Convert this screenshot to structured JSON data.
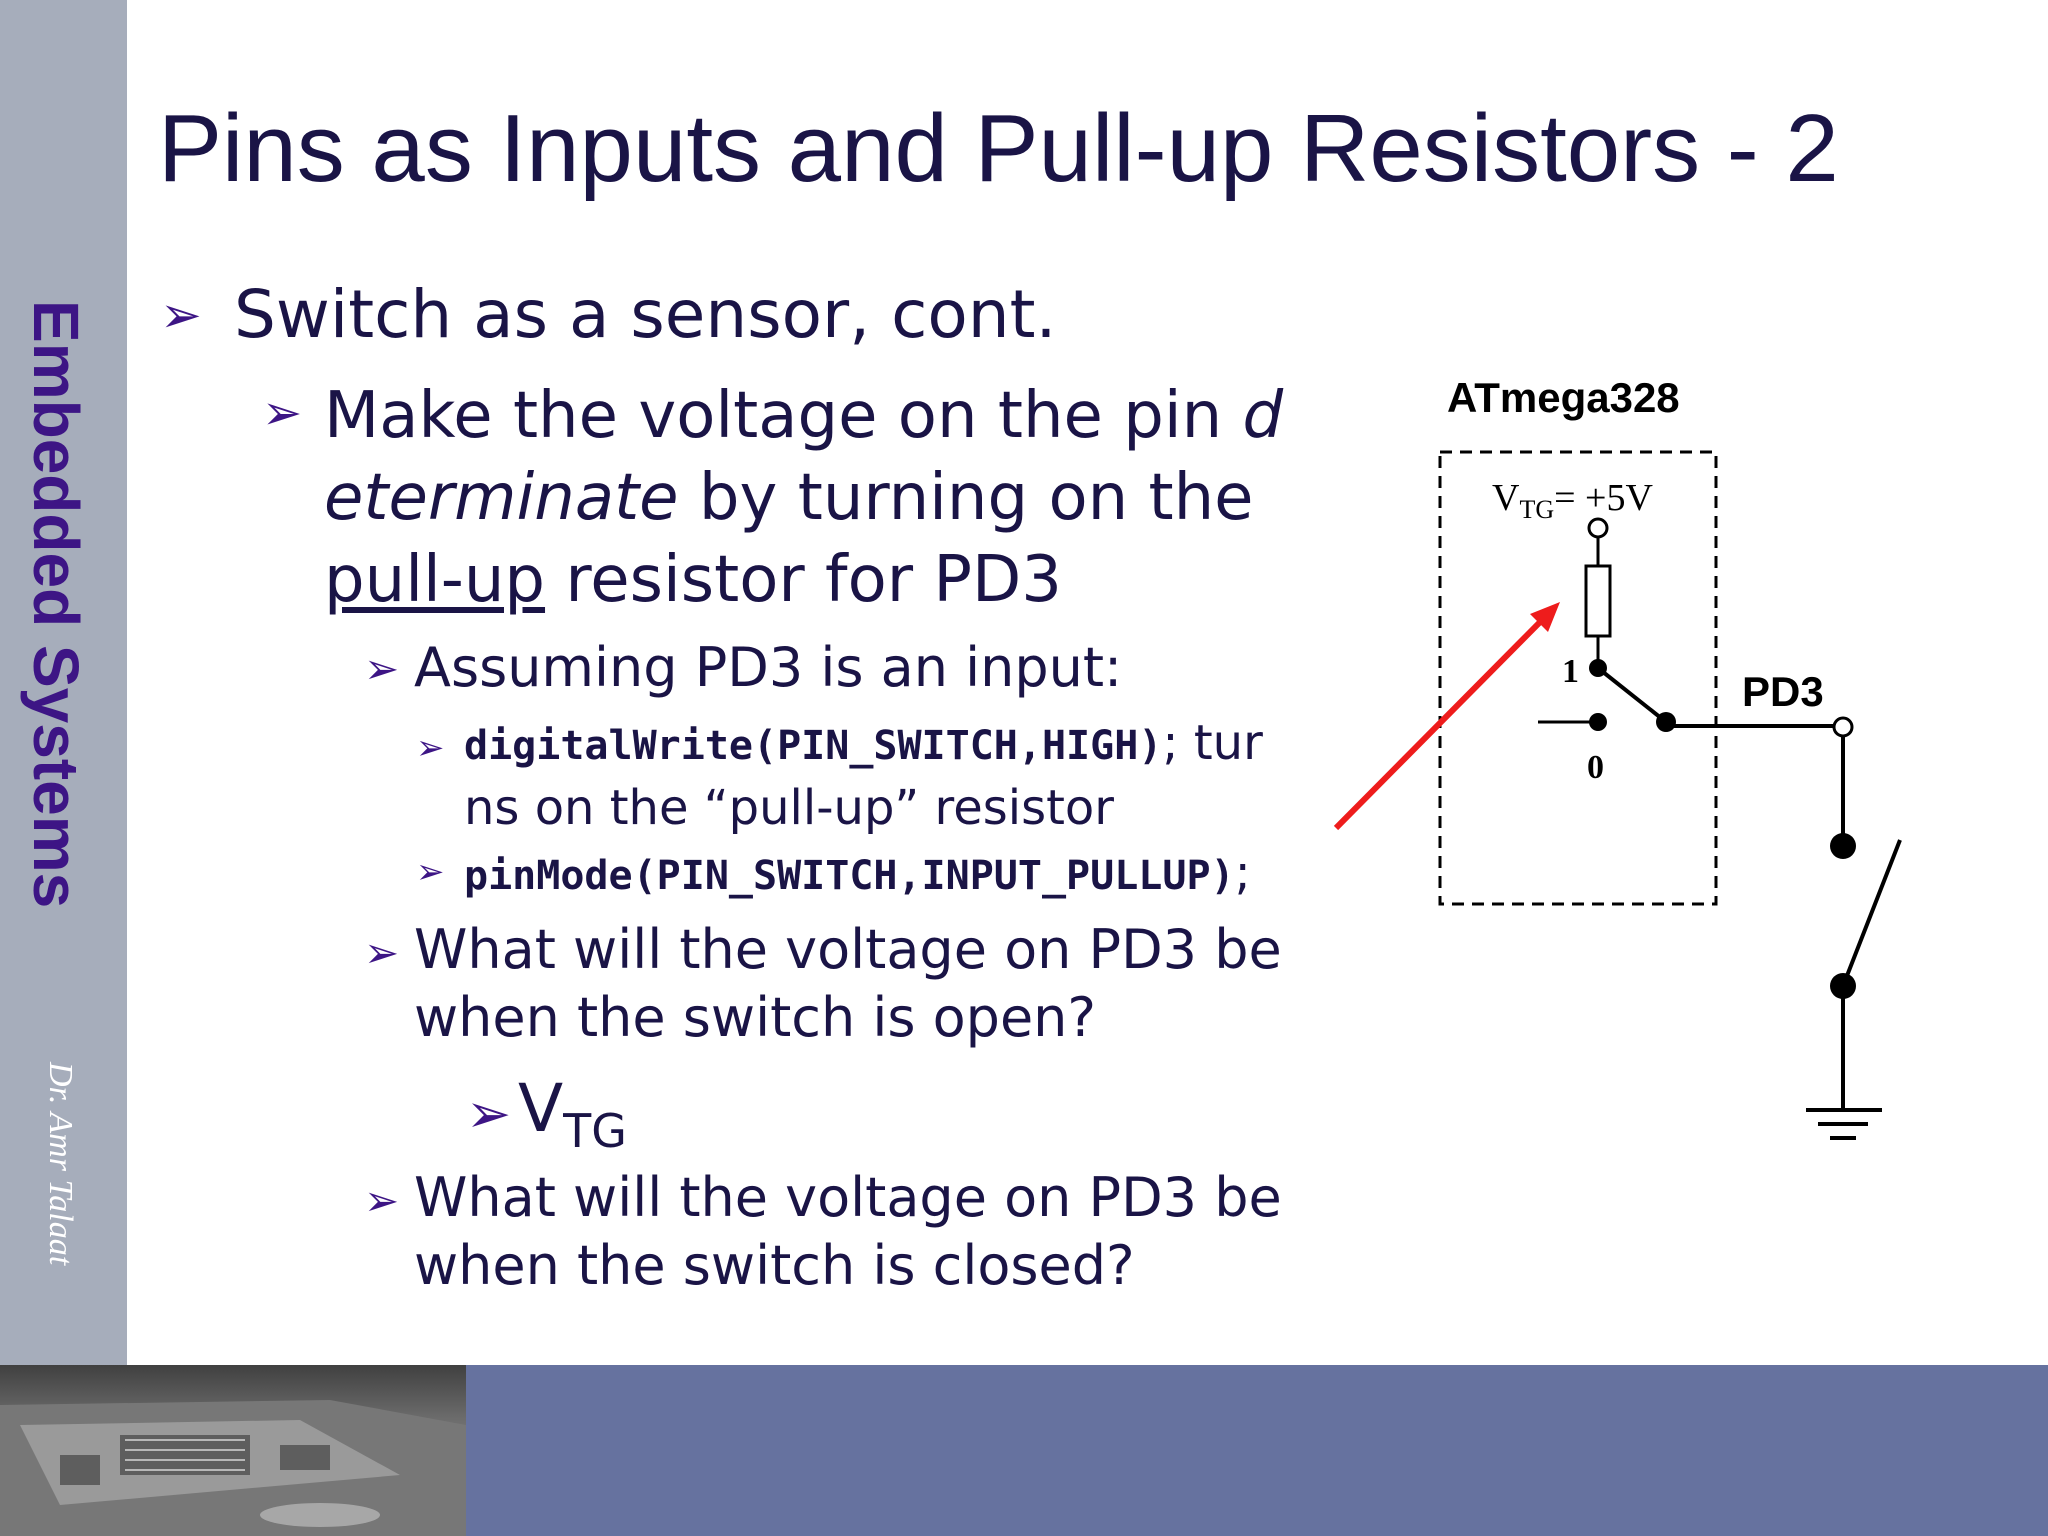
{
  "sidebar": {
    "course_title": "Embedded Systems",
    "author": "Dr. Amr Talaat"
  },
  "slide": {
    "title": "Pins as Inputs and Pull-up Resistors - 2",
    "bullet_glyph": "➢",
    "b1": "Switch as a sensor, cont.",
    "b2": {
      "part1": "Make the voltage on the pin ",
      "italic1": "d",
      "italic2": "eterminate",
      "part2": " by turning on the",
      "underline": "pull-up",
      "part3": " resistor for PD3"
    },
    "b3": "Assuming PD3 is an input:",
    "b4a": {
      "code": "digitalWrite(PIN_SWITCH,HIGH)",
      "rest1": "; tur",
      "rest2": "ns on the “pull-up” resistor"
    },
    "b4b": {
      "code": "pinMode(PIN_SWITCH,INPUT_PULLUP)",
      "rest": ";"
    },
    "q1_line1": "What will the voltage on PD3 be",
    "q1_line2": "when the switch is open?",
    "answer": {
      "main": "V",
      "sub": "TG"
    },
    "q2_line1": "What will the voltage on PD3 be",
    "q2_line2": "when the switch is closed?"
  },
  "diagram": {
    "chip_label": "ATmega328",
    "vtg_main": "V",
    "vtg_sub": "TG",
    "vtg_value": "= +5V",
    "pos1": "1",
    "pos0": "0",
    "pin_label": "PD3",
    "arrow_color": "#ee1c1c"
  },
  "colors": {
    "title": "#1a1446",
    "accent": "#3d1585",
    "sidebar": "#a6adbb",
    "footer": "#66729f"
  }
}
